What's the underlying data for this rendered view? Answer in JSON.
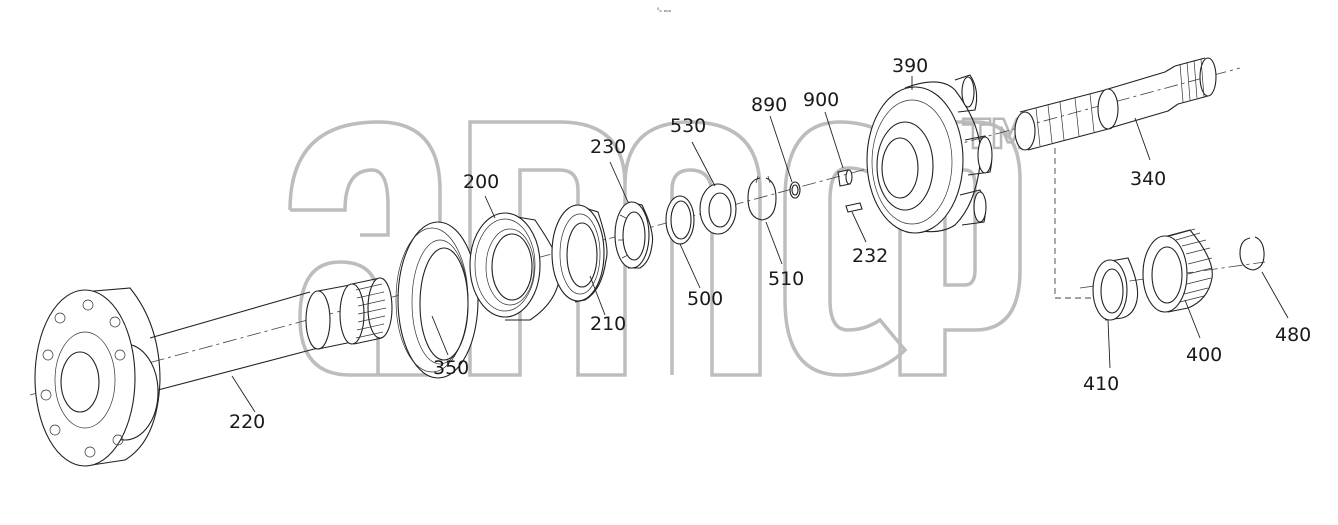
{
  "header": {
    "code": "⁰ₒ ₒₒₒ"
  },
  "watermark": {
    "trademark": "TM"
  },
  "parts": [
    {
      "id": "220",
      "label": "220"
    },
    {
      "id": "350",
      "label": "350"
    },
    {
      "id": "200",
      "label": "200"
    },
    {
      "id": "210",
      "label": "210"
    },
    {
      "id": "230",
      "label": "230"
    },
    {
      "id": "500",
      "label": "500"
    },
    {
      "id": "530",
      "label": "530"
    },
    {
      "id": "510",
      "label": "510"
    },
    {
      "id": "890",
      "label": "890"
    },
    {
      "id": "900",
      "label": "900"
    },
    {
      "id": "232",
      "label": "232"
    },
    {
      "id": "390",
      "label": "390"
    },
    {
      "id": "340",
      "label": "340"
    },
    {
      "id": "410",
      "label": "410"
    },
    {
      "id": "400",
      "label": "400"
    },
    {
      "id": "480",
      "label": "480"
    }
  ]
}
